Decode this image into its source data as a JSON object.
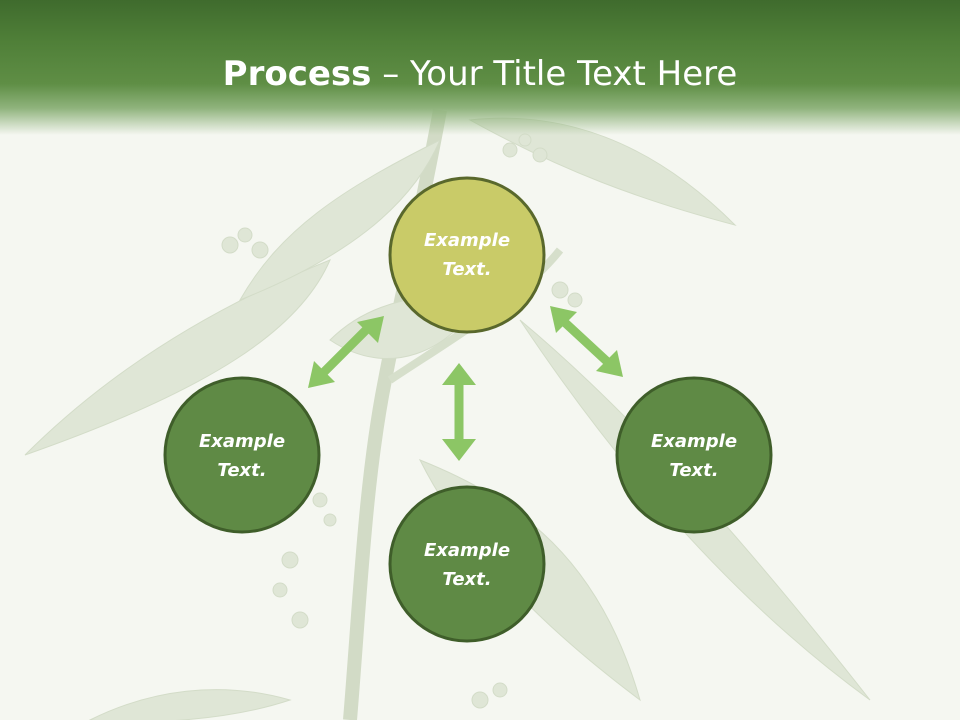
{
  "slide": {
    "title_bold": "Process",
    "title_separator": " – ",
    "title_rest": "Your Title Text Here"
  },
  "colors": {
    "header_dark": "#3f6b2d",
    "header_light": "#5f8e45",
    "center_fill": "#c9cb68",
    "node_fill": "#5f8a45",
    "node_stroke": "#3f5e2a",
    "arrow": "#8cc665",
    "background": "#f5f7f1"
  },
  "nodes": [
    {
      "id": "top",
      "line1": "Example",
      "line2": "Text."
    },
    {
      "id": "left",
      "line1": "Example",
      "line2": "Text."
    },
    {
      "id": "bottom",
      "line1": "Example",
      "line2": "Text."
    },
    {
      "id": "right",
      "line1": "Example",
      "line2": "Text."
    }
  ]
}
